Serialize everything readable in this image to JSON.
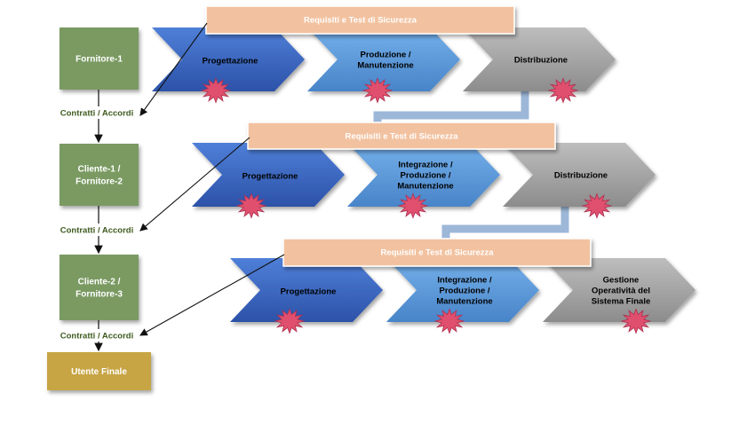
{
  "entities": [
    {
      "label": "Fornitore-1"
    },
    {
      "label": "Cliente-1 /\nFornitore-2"
    },
    {
      "label": "Cliente-2 /\nFornitore-3"
    },
    {
      "label": "Utente Finale"
    }
  ],
  "contracts": [
    "Contratti / Accordi",
    "Contratti / Accordi",
    "Contratti / Accordi"
  ],
  "requirements_banner": "Requisiti e Test di Sicurezza",
  "rows": [
    {
      "stages": [
        "Progettazione",
        "Produzione /\nManutenzione",
        "Distribuzione"
      ]
    },
    {
      "stages": [
        "Progettazione",
        "Integrazione /\nProduzione /\nManutenzione",
        "Distribuzione"
      ]
    },
    {
      "stages": [
        "Progettazione",
        "Integrazione /\nProduzione /\nManutenzione",
        "Gestione\nOperatività del\nSistema Finale"
      ]
    }
  ],
  "colors": {
    "entity_green": "#7a9a62",
    "final_user": "#c7a544",
    "banner": "#f2c2a0",
    "contract_text": "#3e5a1e",
    "stage_dark_blue": "#3d68c4",
    "stage_light_blue": "#5b9ad8",
    "stage_gray": "#a6a6a6",
    "star": "#e0506e"
  }
}
